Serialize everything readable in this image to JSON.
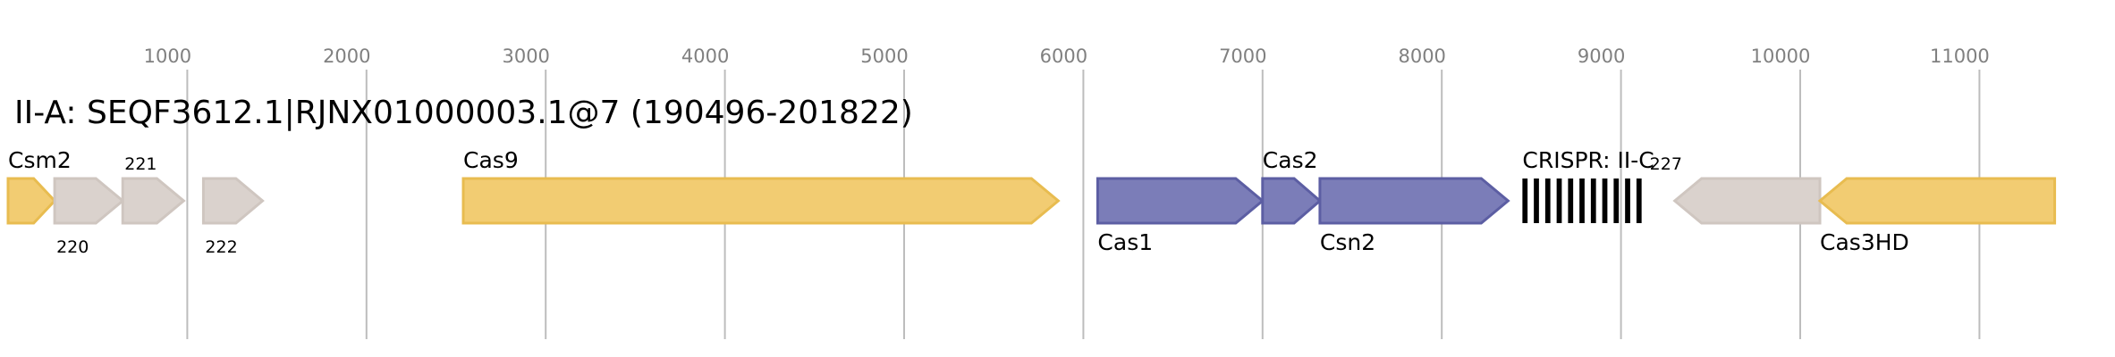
{
  "title": "II-A: SEQF3612.1|RJNX01000003.1@7 (190496-201822)",
  "colors": {
    "yellow_fill": "#F2CC72",
    "yellow_stroke": "#E8BC50",
    "blue_fill": "#7B7DB8",
    "blue_stroke": "#5C5EA3",
    "gray_fill": "#DAD2CD",
    "gray_stroke": "#CFC6C0",
    "grid": "#BDBDBD",
    "crispr": "#000000"
  },
  "icons": {
    "gene_shape": "arrow-right-icon",
    "crispr_array": "barcode-repeat-icon"
  },
  "chart_data": {
    "type": "gene-map",
    "title": "II-A: SEQF3612.1|RJNX01000003.1@7 (190496-201822)",
    "axis": {
      "unit": "bp",
      "ticks": [
        1000,
        2000,
        3000,
        4000,
        5000,
        6000,
        7000,
        8000,
        9000,
        10000,
        11000
      ],
      "range": [
        0,
        11400
      ]
    },
    "genes": [
      {
        "id": "csm2",
        "label": "Csm2",
        "start": 0,
        "end": 260,
        "strand": "+",
        "color": "yellow",
        "label_pos": "above"
      },
      {
        "id": "g220",
        "label": "220",
        "start": 260,
        "end": 640,
        "strand": "+",
        "color": "gray",
        "label_pos": "below"
      },
      {
        "id": "g221",
        "label": "221",
        "start": 640,
        "end": 980,
        "strand": "+",
        "color": "gray",
        "label_pos": "above"
      },
      {
        "id": "g222",
        "label": "222",
        "start": 1090,
        "end": 1420,
        "strand": "+",
        "color": "gray",
        "label_pos": "below"
      },
      {
        "id": "cas9",
        "label": "Cas9",
        "start": 2540,
        "end": 5860,
        "strand": "+",
        "color": "yellow",
        "label_pos": "above"
      },
      {
        "id": "cas1",
        "label": "Cas1",
        "start": 6080,
        "end": 7000,
        "strand": "+",
        "color": "blue",
        "label_pos": "below"
      },
      {
        "id": "cas2",
        "label": "Cas2",
        "start": 7000,
        "end": 7320,
        "strand": "+",
        "color": "blue",
        "label_pos": "above"
      },
      {
        "id": "csn2",
        "label": "Csn2",
        "start": 7320,
        "end": 8370,
        "strand": "+",
        "color": "blue",
        "label_pos": "below"
      },
      {
        "id": "g227",
        "label": "227",
        "start": 9300,
        "end": 10110,
        "strand": "-",
        "color": "gray",
        "label_pos": "above"
      },
      {
        "id": "cas3hd",
        "label": "Cas3HD",
        "start": 10110,
        "end": 11420,
        "strand": "-",
        "color": "yellow",
        "label_pos": "below"
      }
    ],
    "crispr": {
      "label": "CRISPR: II-C",
      "start": 8450,
      "end": 9150,
      "repeats": 11
    }
  }
}
